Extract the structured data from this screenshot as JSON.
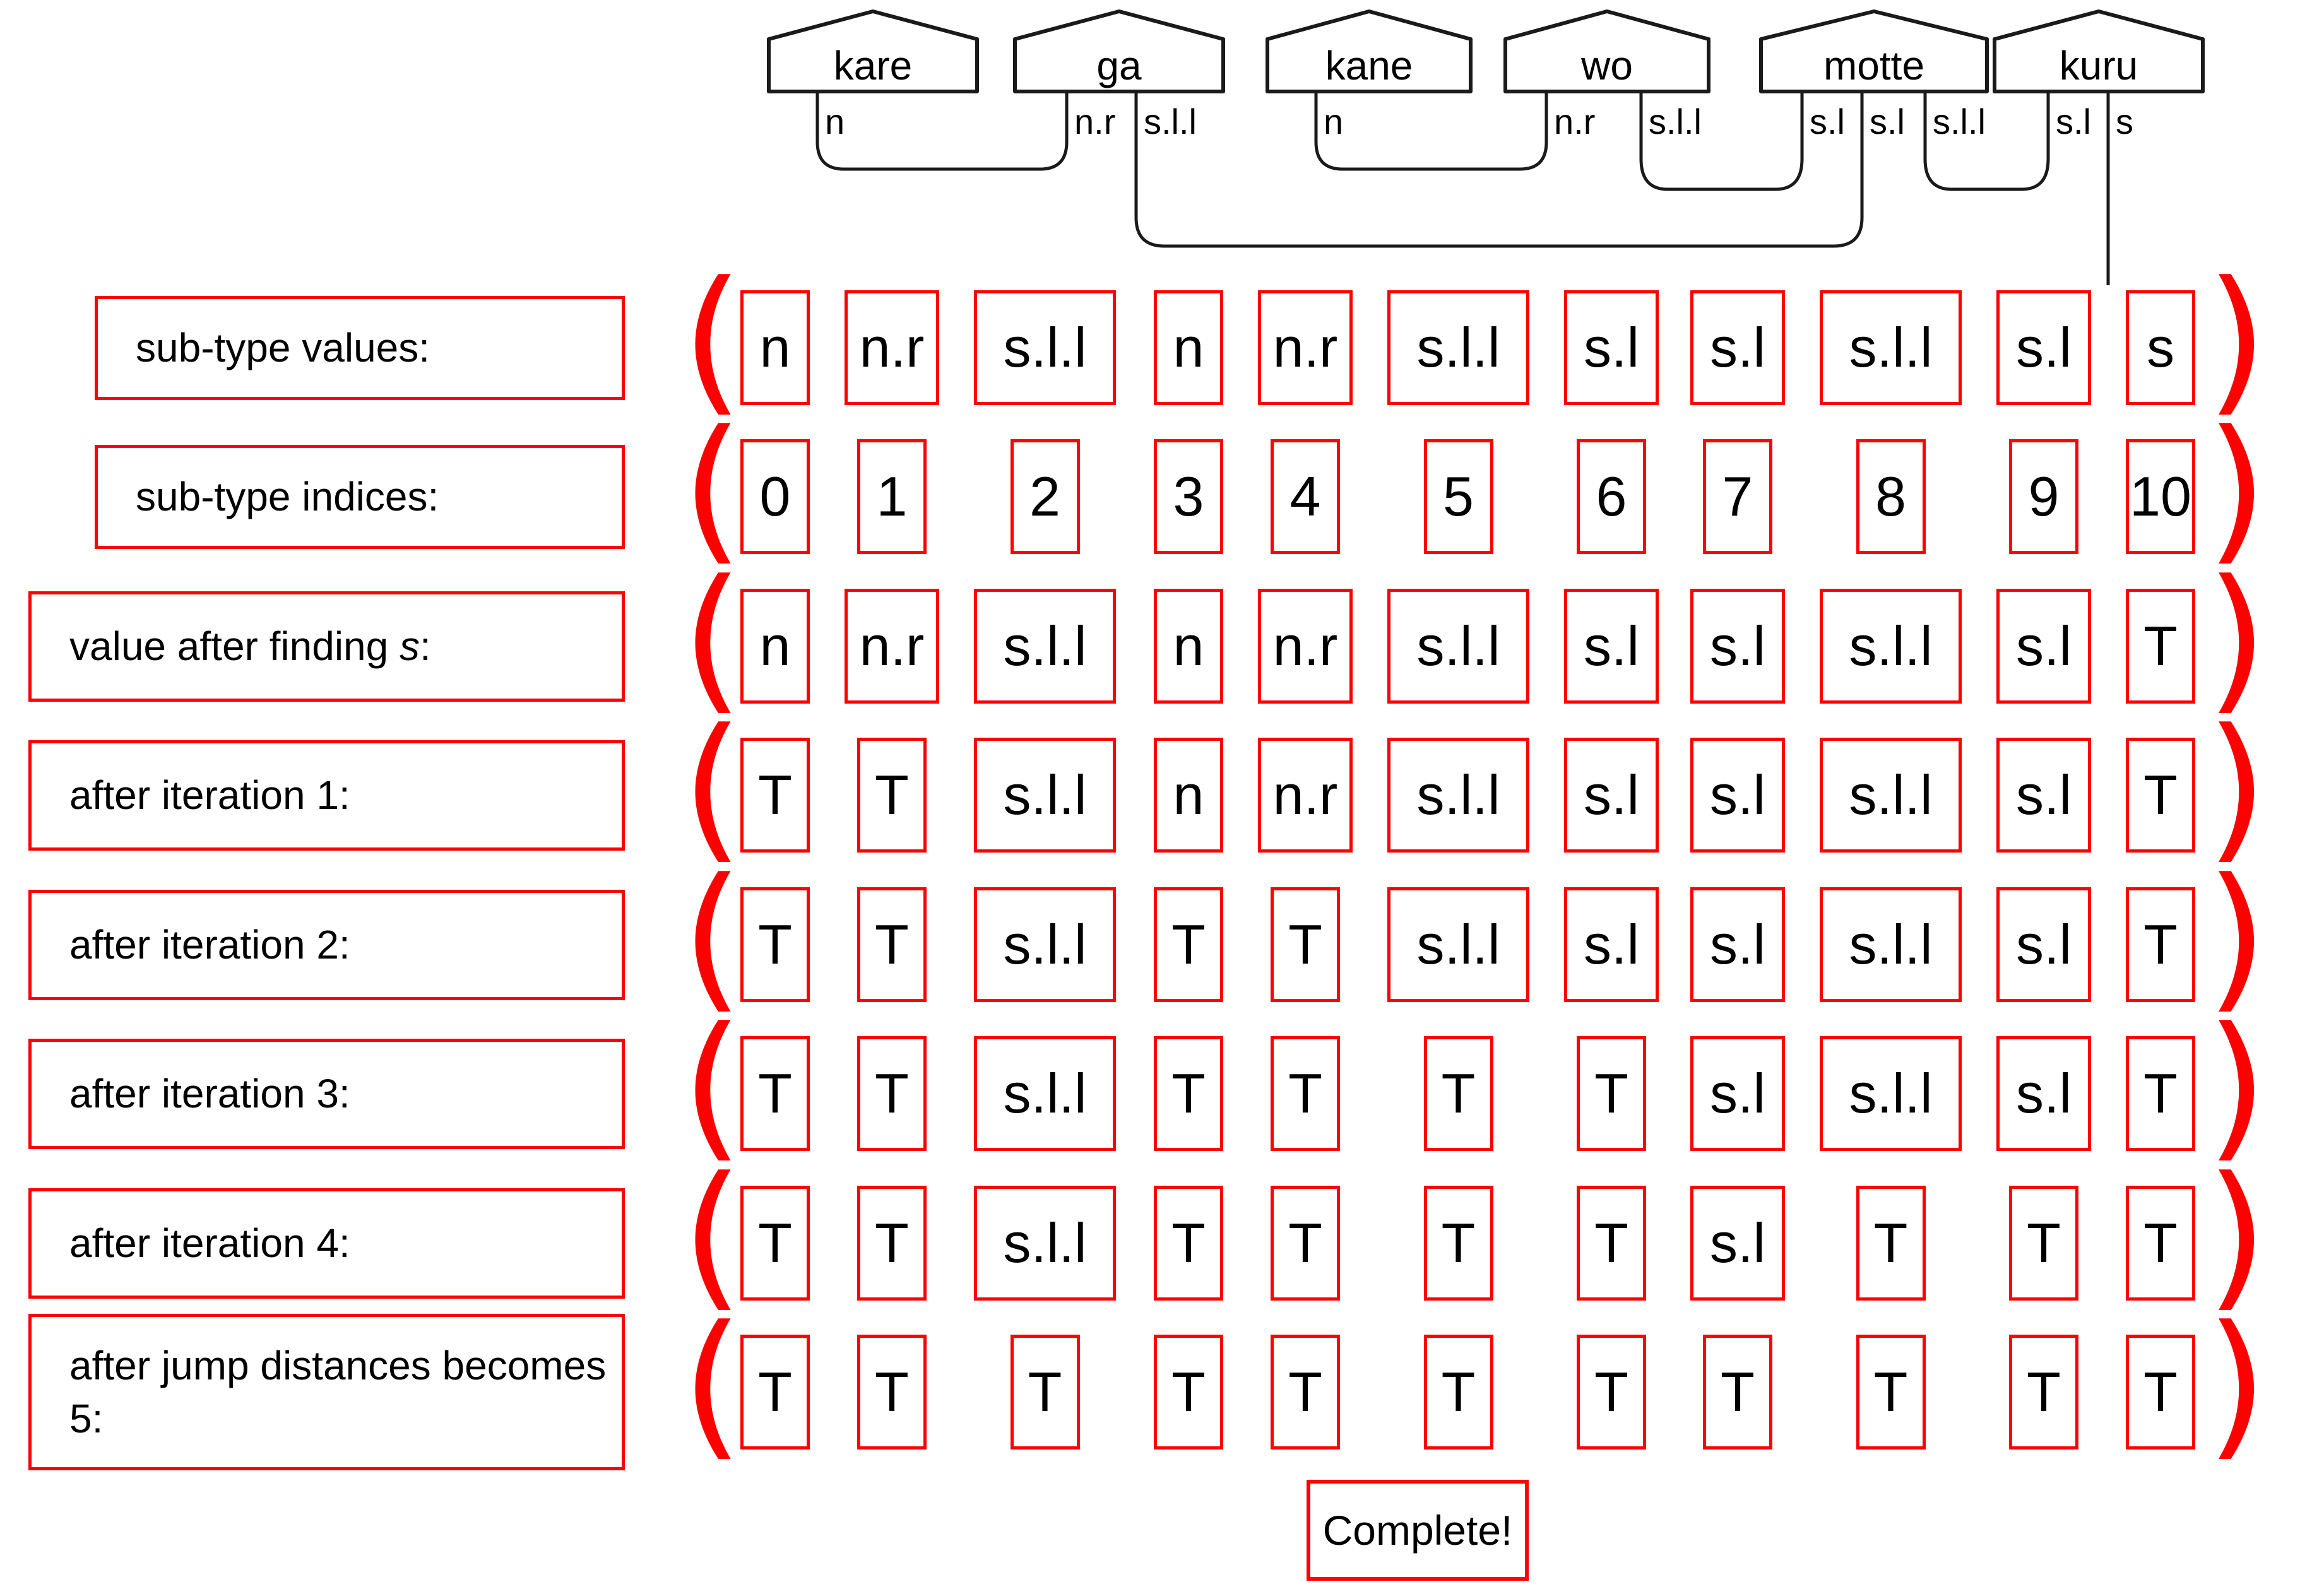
{
  "diagram": {
    "words": [
      "kare",
      "ga",
      "kane",
      "wo",
      "motte",
      "kuru"
    ],
    "connector_labels": [
      "n",
      "n.r",
      "s.l.l",
      "n",
      "n.r",
      "s.l.l",
      "s.l",
      "s.l",
      "s.l.l",
      "s.l",
      "s"
    ],
    "links": [
      "kare.n - ga.n.r",
      "ga.s.l.l - motte.s.l",
      "kane.n - wo.n.r",
      "wo.s.l.l - motte.s.l",
      "motte.s.l.l - kuru.s.l",
      "kuru.s - sub-type values index 10"
    ]
  },
  "rows": [
    {
      "label": "sub-type values:",
      "cells": [
        "n",
        "n.r",
        "s.l.l",
        "n",
        "n.r",
        "s.l.l",
        "s.l",
        "s.l",
        "s.l.l",
        "s.l",
        "s"
      ]
    },
    {
      "label": "sub-type indices:",
      "cells": [
        "0",
        "1",
        "2",
        "3",
        "4",
        "5",
        "6",
        "7",
        "8",
        "9",
        "10"
      ]
    },
    {
      "label": "value after finding s:",
      "label_parts": {
        "prefix": "value after finding ",
        "var": "s",
        "suffix": ":"
      },
      "cells": [
        "n",
        "n.r",
        "s.l.l",
        "n",
        "n.r",
        "s.l.l",
        "s.l",
        "s.l",
        "s.l.l",
        "s.l",
        "T"
      ]
    },
    {
      "label": "after iteration 1:",
      "cells": [
        "T",
        "T",
        "s.l.l",
        "n",
        "n.r",
        "s.l.l",
        "s.l",
        "s.l",
        "s.l.l",
        "s.l",
        "T"
      ]
    },
    {
      "label": "after iteration 2:",
      "cells": [
        "T",
        "T",
        "s.l.l",
        "T",
        "T",
        "s.l.l",
        "s.l",
        "s.l",
        "s.l.l",
        "s.l",
        "T"
      ]
    },
    {
      "label": "after iteration 3:",
      "cells": [
        "T",
        "T",
        "s.l.l",
        "T",
        "T",
        "T",
        "T",
        "s.l",
        "s.l.l",
        "s.l",
        "T"
      ]
    },
    {
      "label": "after iteration 4:",
      "cells": [
        "T",
        "T",
        "s.l.l",
        "T",
        "T",
        "T",
        "T",
        "s.l",
        "T",
        "T",
        "T"
      ]
    },
    {
      "label": "after jump distances becomes 5:",
      "cells": [
        "T",
        "T",
        "T",
        "T",
        "T",
        "T",
        "T",
        "T",
        "T",
        "T",
        "T"
      ]
    }
  ],
  "footer": {
    "complete_label": "Complete!"
  },
  "decorations": {
    "open_paren": "(",
    "close_paren": ")"
  },
  "colors": {
    "accent_red": "#fe0000",
    "text_black": "#000000",
    "line_black": "#1a1a1a"
  }
}
